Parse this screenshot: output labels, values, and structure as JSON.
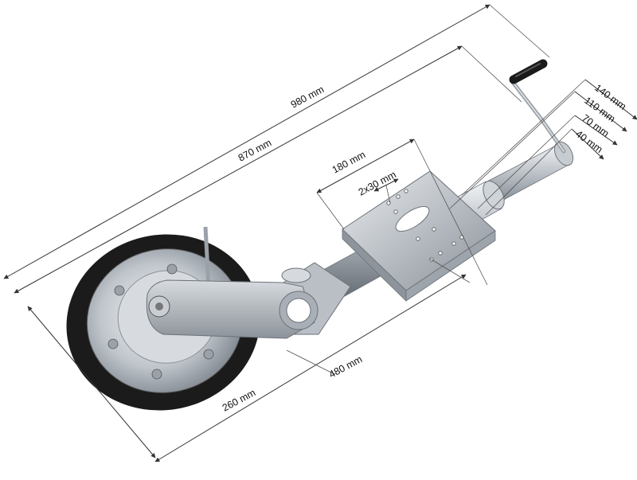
{
  "dimensions": {
    "overall_length": "980 mm",
    "tube_length": "870 mm",
    "clamp_width": "180 mm",
    "hole_spacing": "2x30 mm",
    "clamp_height_outer": "140 mm",
    "clamp_height_mid": "110 mm",
    "hole_pattern_70": "70 mm",
    "hole_pattern_40": "40 mm",
    "wheel_offset": "260 mm",
    "wheel_to_clamp": "480 mm"
  },
  "colors": {
    "tyre": "#1b1b1b",
    "rim": "#c9ced3",
    "steel": "#aeb4bb",
    "zinc": "#d5dade",
    "dimension_line": "#333333"
  }
}
